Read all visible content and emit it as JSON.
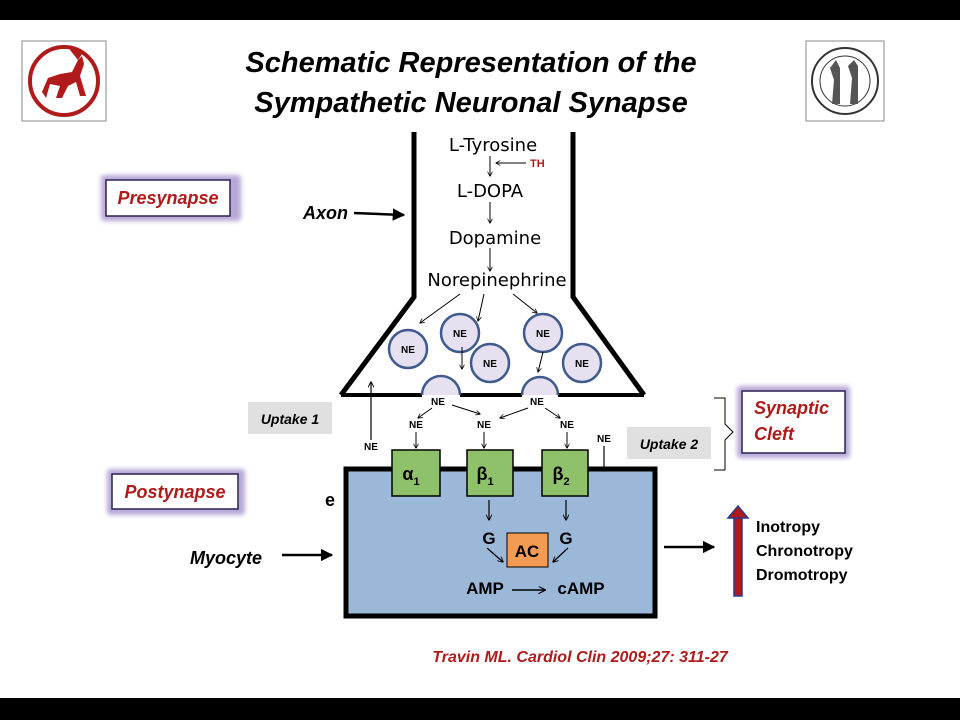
{
  "title": {
    "line1": "Schematic Representation of  the",
    "line2": "Sympathetic Neuronal Synapse"
  },
  "labels": {
    "presynapse": "Presynapse",
    "postsynapse": "Postynapse",
    "synaptic_cleft_line1": "Synaptic",
    "synaptic_cleft_line2": "Cleft",
    "axon": "Axon",
    "myocyte": "Myocyte",
    "uptake1": "Uptake 1",
    "uptake2": "Uptake 2",
    "stray_char": "e"
  },
  "pathway": {
    "tyrosine": "L-Tyrosine",
    "enzyme": "TH",
    "dopa": "L-DOPA",
    "dopamine": "Dopamine",
    "norepinephrine": "Norepinephrine"
  },
  "vesicles": {
    "label": "NE"
  },
  "receptors": {
    "alpha": "α",
    "alpha_sub": "1",
    "beta1": "β",
    "beta1_sub": "1",
    "beta2": "β",
    "beta2_sub": "2"
  },
  "cell": {
    "g": "G",
    "ac": "AC",
    "amp": "AMP",
    "camp": "cAMP"
  },
  "effects": {
    "inotropy": "Inotropy",
    "chronotropy": "Chronotropy",
    "dromotropy": "Dromotropy"
  },
  "citation": "Travin ML. Cardiol Clin 2009;27: 311-27",
  "colors": {
    "accent_red": "#b11a1a",
    "cell_fill": "#9bb8d9",
    "receptor_fill": "#8fc06a",
    "ac_fill": "#f39b52",
    "vesicle_fill": "#e6e0f0",
    "vesicle_stroke": "#3f5a8c"
  },
  "icons": {
    "left_logo": "centaur-logo",
    "right_logo": "university-seal"
  }
}
